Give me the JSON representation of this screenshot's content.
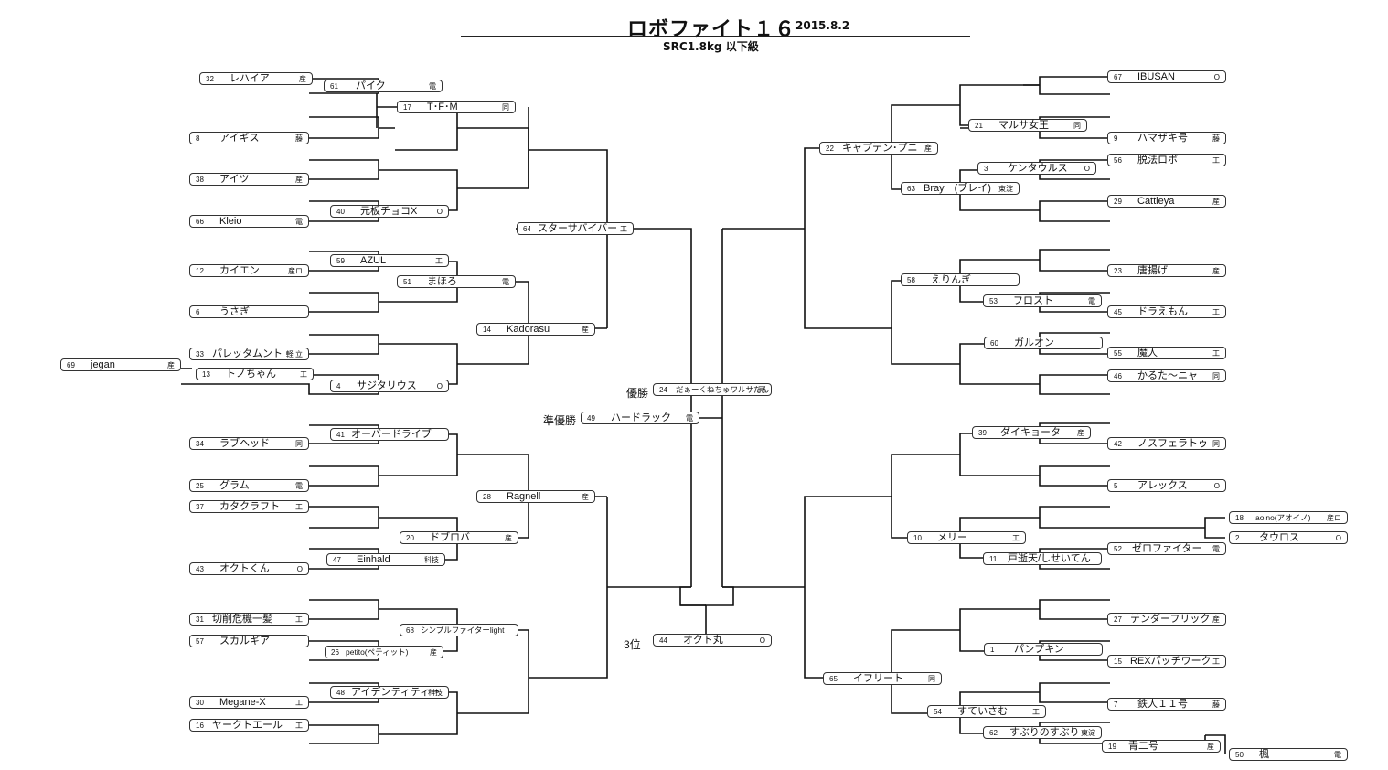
{
  "header": {
    "title": "ロボファイト１６",
    "date": "2015.8.2",
    "subtitle": "SRC1.8kg 以下級"
  },
  "labels": {
    "winner": "優勝",
    "runner_up": "準優勝",
    "third": "3位"
  },
  "entries": [
    {
      "id": "e1",
      "no": "32",
      "name": "レハイア",
      "aff": "産"
    },
    {
      "id": "e2",
      "no": "61",
      "name": "パイク",
      "aff": "電"
    },
    {
      "id": "e3",
      "no": "17",
      "name": "T･F･M",
      "aff": "同"
    },
    {
      "id": "e4",
      "no": "8",
      "name": "アイギス",
      "aff": "藤"
    },
    {
      "id": "e5",
      "no": "38",
      "name": "アイツ",
      "aff": "産"
    },
    {
      "id": "e6",
      "no": "40",
      "name": "元板チョコX",
      "aff": "O"
    },
    {
      "id": "e7",
      "no": "66",
      "name": "Kleio",
      "aff": "電"
    },
    {
      "id": "e8",
      "no": "64",
      "name": "スターサバイバー",
      "aff": "工"
    },
    {
      "id": "e9",
      "no": "59",
      "name": "AZUL",
      "aff": "工"
    },
    {
      "id": "e10",
      "no": "12",
      "name": "カイエン",
      "aff": "産ロ"
    },
    {
      "id": "e11",
      "no": "51",
      "name": "まほろ",
      "aff": "電"
    },
    {
      "id": "e12",
      "no": "6",
      "name": "うさぎ",
      "aff": ""
    },
    {
      "id": "e13",
      "no": "14",
      "name": "Kadorasu",
      "aff": "産"
    },
    {
      "id": "e14",
      "no": "33",
      "name": "パレッタムント",
      "aff": "軽 立"
    },
    {
      "id": "e15",
      "no": "69",
      "name": "jegan",
      "aff": "産"
    },
    {
      "id": "e16",
      "no": "13",
      "name": "トノちゃん",
      "aff": "工"
    },
    {
      "id": "e17",
      "no": "4",
      "name": "サジタリウス",
      "aff": "O"
    },
    {
      "id": "e18",
      "no": "24",
      "name": "だぁーくねちゅワルサたん",
      "aff": "同"
    },
    {
      "id": "e19",
      "no": "49",
      "name": "ハードラック",
      "aff": "電"
    },
    {
      "id": "e20",
      "no": "41",
      "name": "オーバードライブ",
      "aff": ""
    },
    {
      "id": "e21",
      "no": "34",
      "name": "ラブヘッド",
      "aff": "同"
    },
    {
      "id": "e22",
      "no": "28",
      "name": "Ragnell",
      "aff": "産"
    },
    {
      "id": "e23",
      "no": "25",
      "name": "グラム",
      "aff": "電"
    },
    {
      "id": "e24",
      "no": "37",
      "name": "カタクラフト",
      "aff": "工"
    },
    {
      "id": "e25",
      "no": "20",
      "name": "ドブロバ",
      "aff": "産"
    },
    {
      "id": "e26",
      "no": "47",
      "name": "Einhald",
      "aff": "科技"
    },
    {
      "id": "e27",
      "no": "43",
      "name": "オクトくん",
      "aff": "O"
    },
    {
      "id": "e28",
      "no": "31",
      "name": "切削危機一髪",
      "aff": "工"
    },
    {
      "id": "e29",
      "no": "68",
      "name": "シンプルファイターlight",
      "aff": ""
    },
    {
      "id": "e30",
      "no": "57",
      "name": "スカルギア",
      "aff": ""
    },
    {
      "id": "e31",
      "no": "26",
      "name": "petito(ペティット)",
      "aff": "産"
    },
    {
      "id": "e32",
      "no": "44",
      "name": "オクト丸",
      "aff": "O"
    },
    {
      "id": "e33",
      "no": "48",
      "name": "アイデンティティー",
      "aff": "科技"
    },
    {
      "id": "e34",
      "no": "30",
      "name": "Megane-X",
      "aff": "工"
    },
    {
      "id": "e35",
      "no": "16",
      "name": "ヤークトエール",
      "aff": "工"
    },
    {
      "id": "e36",
      "no": "67",
      "name": "IBUSAN",
      "aff": "O"
    },
    {
      "id": "e37",
      "no": "21",
      "name": "マルサ女王",
      "aff": "同"
    },
    {
      "id": "e38",
      "no": "9",
      "name": "ハマザキ号",
      "aff": "藤"
    },
    {
      "id": "e39",
      "no": "22",
      "name": "キャプテン･プニ",
      "aff": "産"
    },
    {
      "id": "e40",
      "no": "3",
      "name": "ケンタウルス",
      "aff": "O"
    },
    {
      "id": "e41",
      "no": "56",
      "name": "脱法ロボ",
      "aff": "工"
    },
    {
      "id": "e42",
      "no": "63",
      "name": "Bray　(ブレイ)",
      "aff": "東淀"
    },
    {
      "id": "e43",
      "no": "29",
      "name": "Cattleya",
      "aff": "産"
    },
    {
      "id": "e44",
      "no": "23",
      "name": "唐揚げ",
      "aff": "産"
    },
    {
      "id": "e45",
      "no": "58",
      "name": "えりんぎ",
      "aff": ""
    },
    {
      "id": "e46",
      "no": "53",
      "name": "フロスト",
      "aff": "電"
    },
    {
      "id": "e47",
      "no": "45",
      "name": "ドラえもん",
      "aff": "工"
    },
    {
      "id": "e48",
      "no": "60",
      "name": "ガルオン",
      "aff": ""
    },
    {
      "id": "e49",
      "no": "55",
      "name": "魔人",
      "aff": "工"
    },
    {
      "id": "e50",
      "no": "46",
      "name": "かるた～ニャ",
      "aff": "同"
    },
    {
      "id": "e51",
      "no": "39",
      "name": "ダイキョータ",
      "aff": "産"
    },
    {
      "id": "e52",
      "no": "42",
      "name": "ノスフェラトゥ",
      "aff": "同"
    },
    {
      "id": "e53",
      "no": "5",
      "name": "アレックス",
      "aff": "O"
    },
    {
      "id": "e54",
      "no": "18",
      "name": "aoino(アオイノ)",
      "aff": "産ロ"
    },
    {
      "id": "e55",
      "no": "10",
      "name": "メリー",
      "aff": "工"
    },
    {
      "id": "e56",
      "no": "2",
      "name": "タウロス",
      "aff": "O"
    },
    {
      "id": "e57",
      "no": "52",
      "name": "ゼロファイター",
      "aff": "電"
    },
    {
      "id": "e58",
      "no": "11",
      "name": "戸逝天/しせいてん",
      "aff": ""
    },
    {
      "id": "e59",
      "no": "27",
      "name": "テンダーフリック",
      "aff": "産"
    },
    {
      "id": "e60",
      "no": "1",
      "name": "パンプキン",
      "aff": ""
    },
    {
      "id": "e61",
      "no": "15",
      "name": "REXパッチワーク",
      "aff": "工"
    },
    {
      "id": "e62",
      "no": "65",
      "name": "イフリート",
      "aff": "同"
    },
    {
      "id": "e63",
      "no": "7",
      "name": "鉄人１１号",
      "aff": "藤"
    },
    {
      "id": "e64",
      "no": "54",
      "name": "すていさむ",
      "aff": "工"
    },
    {
      "id": "e65",
      "no": "62",
      "name": "すぶりのすぶり",
      "aff": "東淀"
    },
    {
      "id": "e66",
      "no": "19",
      "name": "青二号",
      "aff": "産"
    },
    {
      "id": "e67",
      "no": "50",
      "name": "楓",
      "aff": "電"
    }
  ]
}
